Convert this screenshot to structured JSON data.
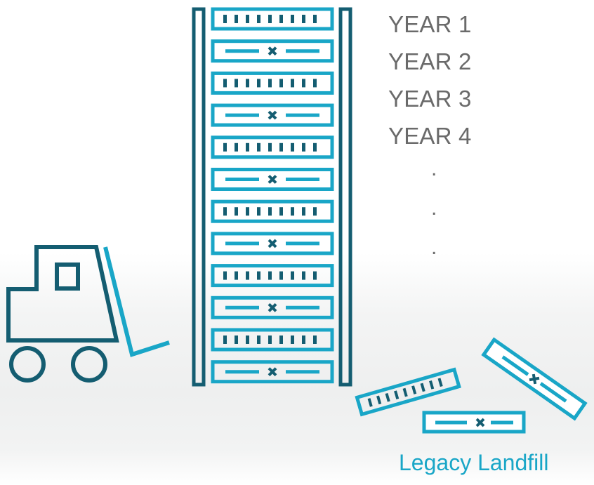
{
  "timeline": {
    "years": [
      "YEAR 1",
      "YEAR 2",
      "YEAR 3",
      "YEAR 4"
    ],
    "ellipsis": [
      ".",
      ".",
      "."
    ]
  },
  "landfill": {
    "caption": "Legacy Landfill"
  },
  "colors": {
    "teal": "#19a6c7",
    "dark_teal": "#145d71",
    "label_gray": "#6a6a6a"
  },
  "icons": {
    "rack": "server-rack-icon",
    "forklift": "forklift-icon",
    "drive_bay": "drive-bay-icon",
    "drive_blank": "drive-blank-icon",
    "discarded": "discarded-drives-icon"
  }
}
